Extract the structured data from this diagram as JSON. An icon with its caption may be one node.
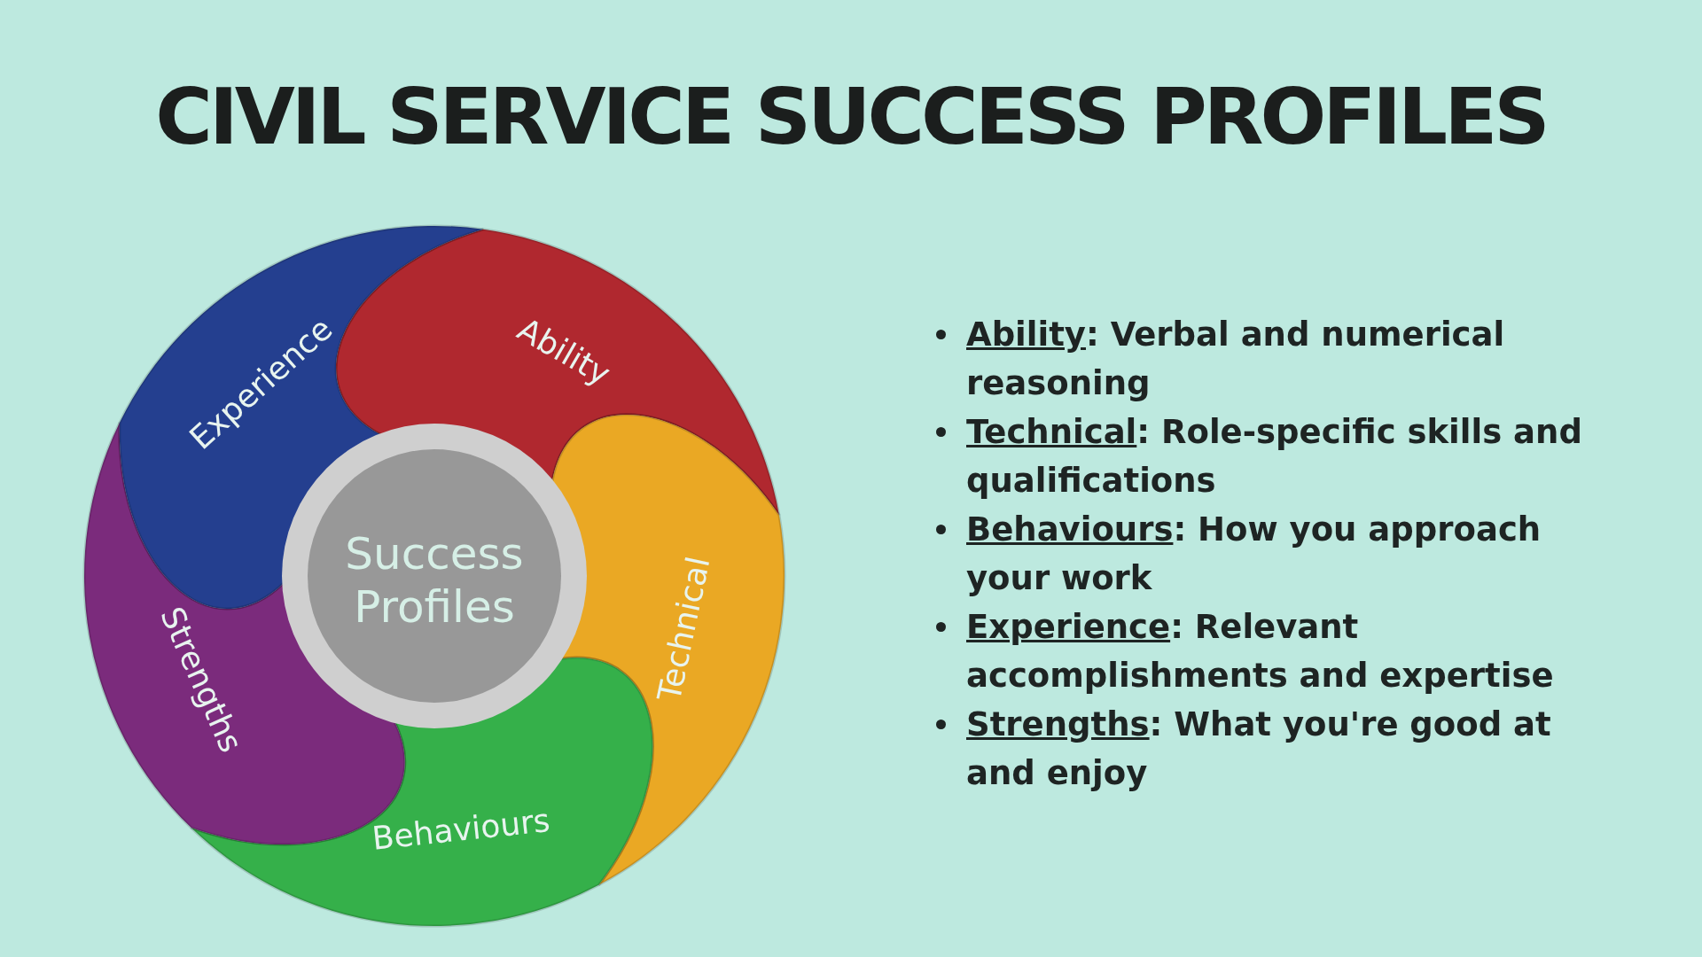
{
  "diagram": {
    "title": "CIVIL SERVICE SUCCESS PROFILES",
    "nodes": [
      {
        "text": [
          "Success Profiles"
        ]
      },
      {
        "text": [
          "Ability"
        ]
      },
      {
        "text": [
          "Technical"
        ]
      },
      {
        "text": [
          "Behaviours"
        ]
      },
      {
        "text": [
          "Strengths"
        ]
      },
      {
        "text": [
          "Experience"
        ]
      }
    ],
    "labels": [
      "Ability: Verbal and numerical reasoning",
      "Technical: Role-specific skills and qualifications",
      "Behaviours: How you approach your work",
      "Experience: Relevant accomplishments and expertise",
      "Strengths: What you're good at and enjoy"
    ]
  }
}
